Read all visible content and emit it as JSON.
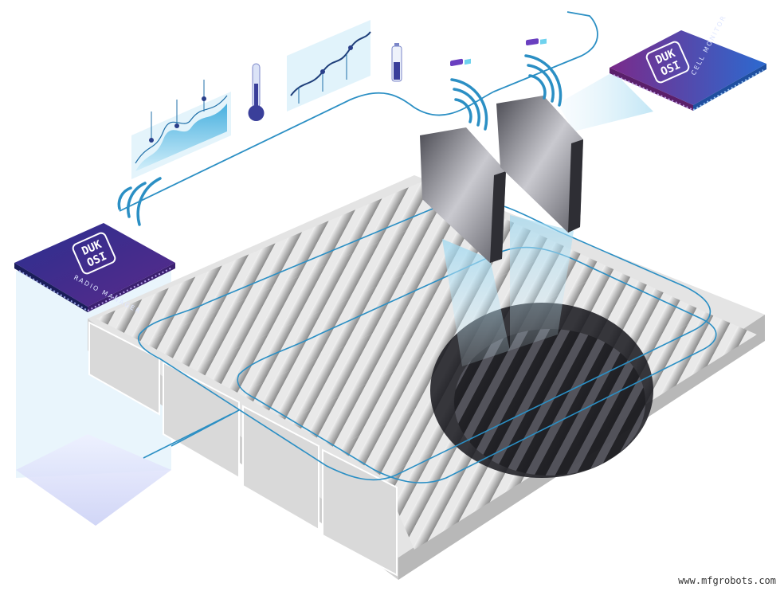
{
  "radio_manager_chip": {
    "logo_line1": "DUK",
    "logo_line2": "OSI",
    "caption": "RADIO MANAGER"
  },
  "cell_monitor_chip": {
    "logo_line1": "DUK",
    "logo_line2": "OSI",
    "caption": "CELL MONITOR"
  },
  "watermark": "www.mfgrobots.com",
  "colors": {
    "accent_cyan": "#3aa8d8",
    "wire_blue": "#2b8fc4",
    "chip_purple": "#5a2a8a",
    "chip_blue": "#2c4aa8",
    "cell_gray": "#c9c9c9",
    "cell_dark": "#2a2a2e"
  },
  "icons": [
    "area-chart-icon",
    "thermometer-icon",
    "line-chart-icon",
    "battery-gauge-icon",
    "wireless-signal-icon"
  ]
}
